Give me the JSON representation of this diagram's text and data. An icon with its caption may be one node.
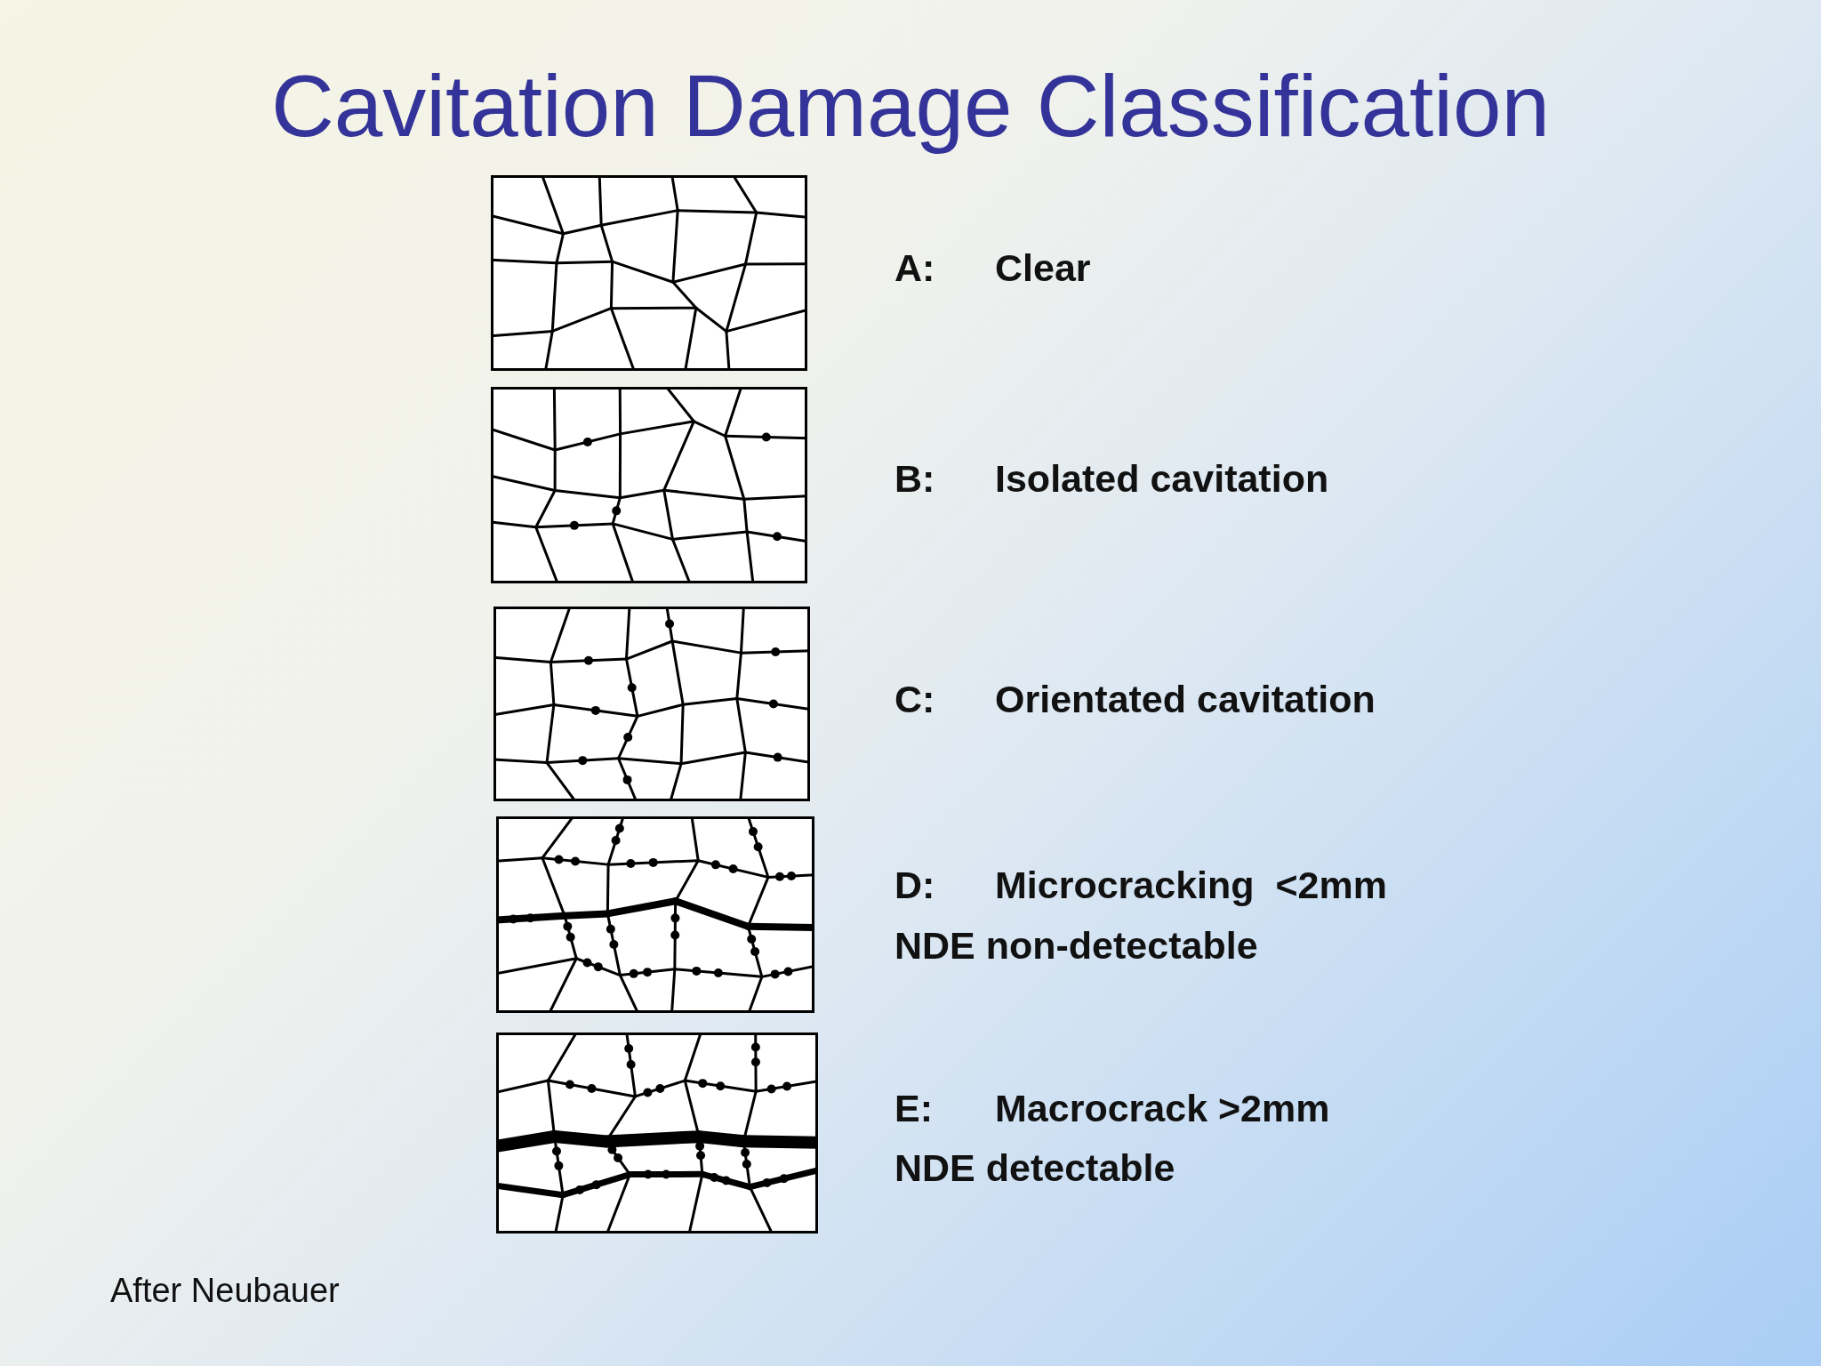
{
  "diagram": {
    "title": "Cavitation Damage Classification",
    "labels": [
      "A:",
      "Clear",
      "B:",
      "Isolated cavitation",
      "C:",
      "Orientated cavitation",
      "D:",
      "Microcracking  <2mm",
      "NDE non-detectable",
      "E:",
      "Macrocrack >2mm",
      "NDE detectable",
      "After Neubauer"
    ]
  }
}
